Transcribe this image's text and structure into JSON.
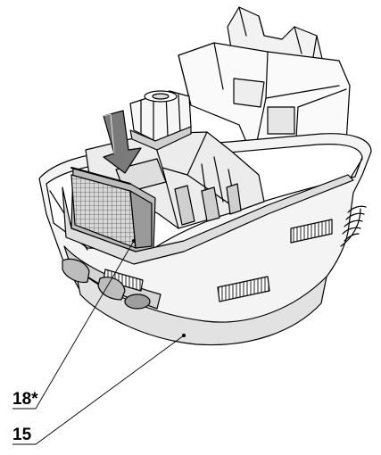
{
  "figure": {
    "callouts": [
      {
        "id": "18",
        "label": "18*"
      },
      {
        "id": "15",
        "label": "15"
      }
    ],
    "colors": {
      "line": "#000000",
      "shade_light": "#e6e6e6",
      "shade_mid": "#c8c8c8",
      "shade_dark": "#9a9a9a",
      "arrow": "#7a7a7a"
    }
  }
}
